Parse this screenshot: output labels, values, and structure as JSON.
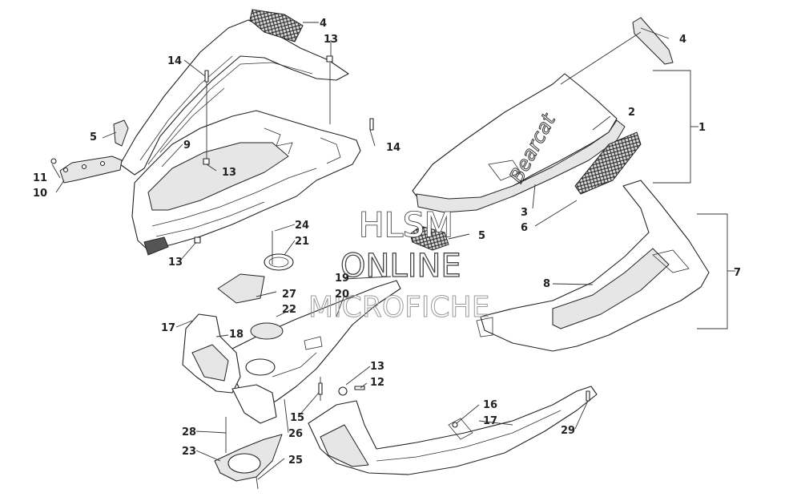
{
  "watermark": {
    "line1": "HLSM",
    "line2": "ONLINE",
    "line3": "MICROFICHE"
  },
  "brand_text": "Bearcat",
  "callouts": {
    "c1": "1",
    "c2": "2",
    "c3": "3",
    "c4a": "4",
    "c4b": "4",
    "c5a": "5",
    "c5b": "5",
    "c6": "6",
    "c7": "7",
    "c8": "8",
    "c9": "9",
    "c10": "10",
    "c11": "11",
    "c12": "12",
    "c13a": "13",
    "c13b": "13",
    "c13c": "13",
    "c13d": "13",
    "c14a": "14",
    "c14b": "14",
    "c15": "15",
    "c16": "16",
    "c17a": "17",
    "c17b": "17",
    "c18": "18",
    "c19": "19",
    "c20": "20",
    "c21": "21",
    "c22": "22",
    "c23": "23",
    "c24": "24",
    "c25": "25",
    "c26": "26",
    "c27": "27",
    "c28": "28",
    "c29": "29"
  }
}
